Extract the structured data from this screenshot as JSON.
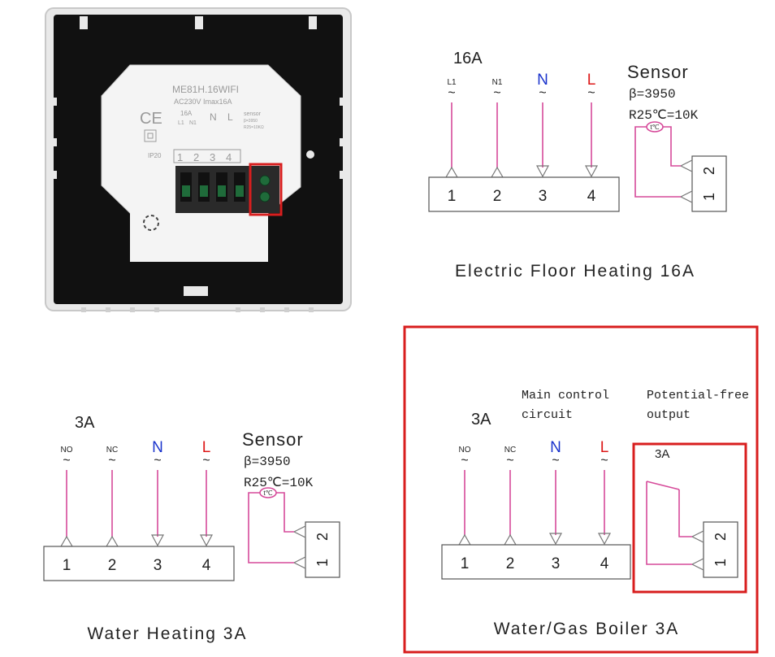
{
  "device": {
    "model": "ME81H.16WIFI",
    "rating": "AC230V Imax16A",
    "ce_mark": "CE",
    "ip_rating": "IP20",
    "label_current": "16A",
    "label_l1": "L1",
    "label_n1": "N1",
    "label_n": "N",
    "label_l": "L",
    "label_sensor": "sensor",
    "label_beta": "β=3950",
    "label_r25": "R25=10KΩ",
    "terminals": [
      "1",
      "2",
      "3",
      "4"
    ]
  },
  "diagrams": [
    {
      "id": "floor",
      "current": "16A",
      "wire_labels": [
        "L1",
        "N1",
        "N",
        "L"
      ],
      "terminals": [
        "1",
        "2",
        "3",
        "4"
      ],
      "sensor_title": "Sensor",
      "sensor_beta": "β=3950",
      "sensor_r25": "R25℃=10K",
      "sensor_symbol": "t℃",
      "sensor_terminals": [
        "2",
        "1"
      ],
      "caption": "Electric Floor Heating 16A"
    },
    {
      "id": "water",
      "current": "3A",
      "wire_labels": [
        "NO",
        "NC",
        "N",
        "L"
      ],
      "terminals": [
        "1",
        "2",
        "3",
        "4"
      ],
      "sensor_title": "Sensor",
      "sensor_beta": "β=3950",
      "sensor_r25": "R25℃=10K",
      "sensor_symbol": "t℃",
      "sensor_terminals": [
        "2",
        "1"
      ],
      "caption": "Water Heating 3A"
    },
    {
      "id": "boiler",
      "current": "3A",
      "wire_labels": [
        "NO",
        "NC",
        "N",
        "L"
      ],
      "terminals": [
        "1",
        "2",
        "3",
        "4"
      ],
      "main_control_line1": "Main control",
      "main_control_line2": "circuit",
      "potential_free_line1": "Potential-free",
      "potential_free_line2": "output",
      "relay_current": "3A",
      "output_terminals": [
        "2",
        "1"
      ],
      "caption": "Water/Gas Boiler 3A"
    }
  ],
  "tilde": "~",
  "colors": {
    "highlight_red": "#d81e1e",
    "wire_pink": "#d64a9a",
    "n_blue": "#1a33cc",
    "l_red": "#dd1a1a"
  }
}
